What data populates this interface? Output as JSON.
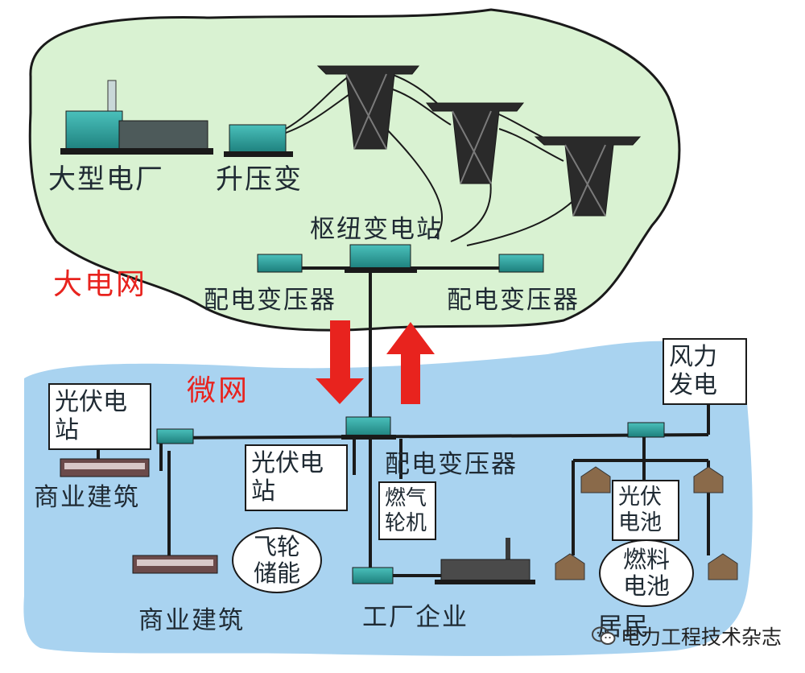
{
  "labels": {
    "big_power_plant": "大型电厂",
    "step_up": "升压变",
    "hub_substation": "枢纽变电站",
    "dist_transformer_left": "配电变压器",
    "dist_transformer_right": "配电变压器",
    "main_grid": "大电网",
    "microgrid": "微网",
    "dist_transformer_micro": "配电变压器",
    "commercial_building_top": "商业建筑",
    "commercial_building_bottom": "商业建筑",
    "factory": "工厂企业",
    "residential": "居民"
  },
  "boxes": {
    "wind_power": "风力\n发电",
    "pv_station_left": "光伏电\n站",
    "pv_station_center": "光伏电\n站",
    "gas_turbine": "燃气\n轮机",
    "pv_cell": "光伏\n电池"
  },
  "ovals": {
    "flywheel": "飞轮\n储能",
    "fuel_cell": "燃料\n电池"
  },
  "watermark": {
    "text": "电力工程技术杂志",
    "icon": "wechat-icon"
  },
  "colors": {
    "grid_area": "#d9f2d2",
    "micro_area": "#a9d3f0",
    "equipment": "#2aa39f",
    "arrow": "#e8231e",
    "red_text": "#e8231e"
  }
}
